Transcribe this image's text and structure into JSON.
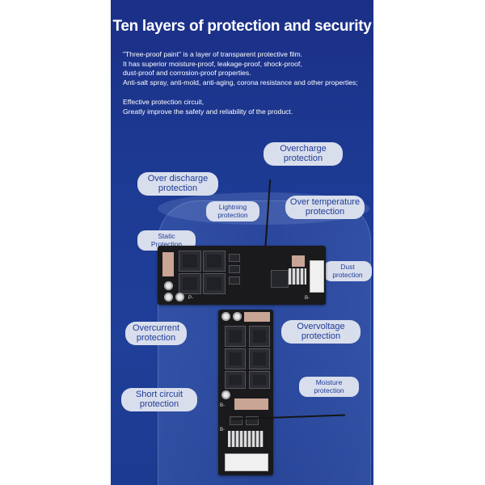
{
  "title": "Ten layers of protection and security",
  "description": {
    "paragraph1": [
      "\"Three-proof paint\" is a layer of transparent protective film.",
      "It has superior moisture-proof, leakage-proof, shock-proof,",
      "dust-proof and corrosion-proof properties.",
      "Anti-salt spray, anti-mold, anti-aging, corona resistance and other properties;"
    ],
    "paragraph2": [
      "Effective protection circuit,",
      "Greatly improve the safety and reliability of the product."
    ]
  },
  "labels": {
    "overcharge": [
      "Overcharge",
      "protection"
    ],
    "over_discharge": [
      "Over discharge",
      "protection"
    ],
    "lightning": [
      "Lightning",
      "protection"
    ],
    "over_temperature": [
      "Over temperature",
      "protection"
    ],
    "static": [
      "Static",
      "Protection"
    ],
    "dust": [
      "Dust",
      "protection"
    ],
    "overcurrent": [
      "Overcurrent",
      "protection"
    ],
    "overvoltage": [
      "Overvoltage",
      "protection"
    ],
    "moisture": [
      "Moisture",
      "protection"
    ],
    "short_circuit": [
      "Short circuit",
      "protection"
    ]
  },
  "board_text": {
    "upper_bminus": "B-",
    "upper_pminus": "P-",
    "lower_bminus": "B-",
    "lower_bminus2": "B-"
  },
  "colors": {
    "background": "#1d3a93",
    "pill": "#d9deed",
    "pill_text": "#1f3c96",
    "pad": "#c9a595",
    "board": "#1a1a1d"
  }
}
